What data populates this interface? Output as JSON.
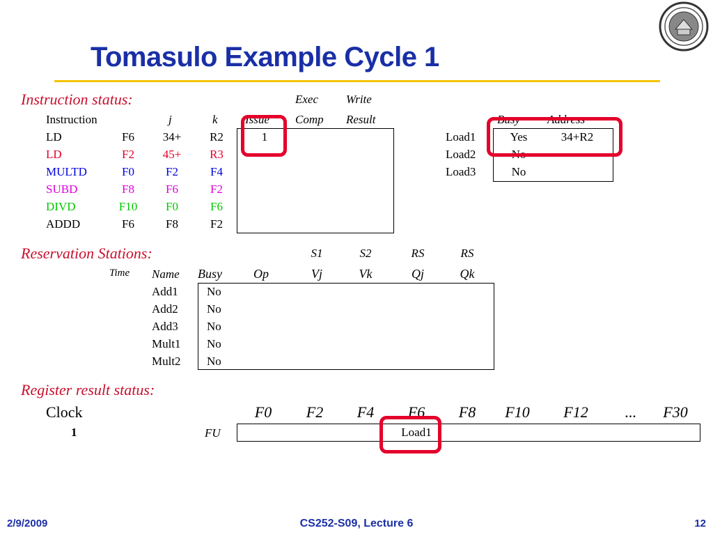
{
  "title": "Tomasulo Example Cycle 1",
  "instruction_status": {
    "section_label": "Instruction status:",
    "headers": {
      "instruction": "Instruction",
      "j": "j",
      "k": "k",
      "issue": "Issue",
      "exec_top": "Exec",
      "exec_bottom": "Comp",
      "write_top": "Write",
      "write_bottom": "Result"
    },
    "rows": [
      {
        "op": "LD",
        "j": "F6",
        "k": "34+",
        "r": "R2",
        "issue": "1",
        "color": "black"
      },
      {
        "op": "LD",
        "j": "F2",
        "k": "45+",
        "r": "R3",
        "issue": "",
        "color": "red"
      },
      {
        "op": "MULTD",
        "j": "F0",
        "k": "F2",
        "r": "F4",
        "issue": "",
        "color": "blue"
      },
      {
        "op": "SUBD",
        "j": "F8",
        "k": "F6",
        "r": "F2",
        "issue": "",
        "color": "magenta"
      },
      {
        "op": "DIVD",
        "j": "F10",
        "k": "F0",
        "r": "F6",
        "issue": "",
        "color": "green"
      },
      {
        "op": "ADDD",
        "j": "F6",
        "k": "F8",
        "r": "F2",
        "issue": "",
        "color": "black"
      }
    ]
  },
  "load_buffers": {
    "headers": {
      "busy": "Busy",
      "address": "Address"
    },
    "rows": [
      {
        "name": "Load1",
        "busy": "Yes",
        "address": "34+R2"
      },
      {
        "name": "Load2",
        "busy": "No",
        "address": ""
      },
      {
        "name": "Load3",
        "busy": "No",
        "address": ""
      }
    ]
  },
  "reservation_stations": {
    "section_label": "Reservation Stations:",
    "headers": {
      "time": "Time",
      "name": "Name",
      "busy": "Busy",
      "op": "Op",
      "s1_top": "S1",
      "s1_bottom": "Vj",
      "s2_top": "S2",
      "s2_bottom": "Vk",
      "rs_qj_top": "RS",
      "rs_qj_bottom": "Qj",
      "rs_qk_top": "RS",
      "rs_qk_bottom": "Qk"
    },
    "rows": [
      {
        "name": "Add1",
        "busy": "No"
      },
      {
        "name": "Add2",
        "busy": "No"
      },
      {
        "name": "Add3",
        "busy": "No"
      },
      {
        "name": "Mult1",
        "busy": "No"
      },
      {
        "name": "Mult2",
        "busy": "No"
      }
    ]
  },
  "register_status": {
    "section_label": "Register result status:",
    "clock_label": "Clock",
    "clock_value": "1",
    "fu_label": "FU",
    "registers": [
      "F0",
      "F2",
      "F4",
      "F6",
      "F8",
      "F10",
      "F12",
      "...",
      "F30"
    ],
    "fu_values": [
      "",
      "",
      "",
      "Load1",
      "",
      "",
      "",
      "",
      ""
    ]
  },
  "footer": {
    "date": "2/9/2009",
    "course": "CS252-S09, Lecture 6",
    "page": "12"
  },
  "colors": {
    "title": "#1a2fa6",
    "rule": "#f5c400",
    "section": "#c8102e",
    "highlight": "#e4002b"
  }
}
